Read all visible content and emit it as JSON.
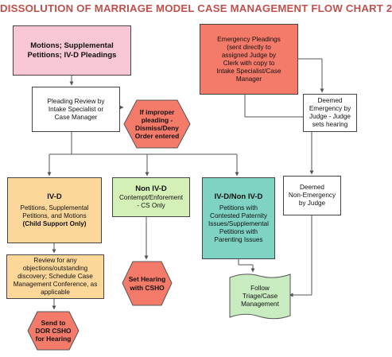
{
  "title": "DISSOLUTION OF MARRIAGE MODEL CASE MANAGEMENT FLOW CHART 2",
  "colors": {
    "title": "#c0504d",
    "pink": "#f8c7d5",
    "red": "#f47a6a",
    "yellow": "#fdd79a",
    "green": "#d5f0b6",
    "teal": "#7fd3c3",
    "doc": "#c8ecc0"
  },
  "nodes": {
    "motions": [
      "Motions; Supplemental",
      "Petitions; IV-D Pleadings"
    ],
    "emergency": [
      "Emergency Pleadings",
      "(sent directly to",
      "assigned Judge by",
      "Clerk with copy to",
      "Intake Specialist/Case",
      "Manager"
    ],
    "review": [
      "Pleading Review by",
      "Intake Specialist or",
      "Case Manager"
    ],
    "improper": [
      "If improper",
      "pleading -",
      "Dismiss/Deny",
      "Order entered"
    ],
    "deemed_emergency": [
      "Deemed",
      "Emergency by",
      "Judge - Judge",
      "sets hearing"
    ],
    "deemed_non_emergency": [
      "Deemed",
      "Non-Emergency",
      "by Judge"
    ],
    "ivd": {
      "heading": "IV-D",
      "lines": [
        "Petitions, Supplemental",
        "Petitions, and Motions"
      ],
      "bold_line": "(Child Support Only)"
    },
    "non_ivd": {
      "heading": "Non IV-D",
      "lines": [
        "Contempt/Enforement",
        "- CS Only"
      ]
    },
    "ivd_non_ivd": {
      "heading": "IV-D/Non IV-D",
      "lines": [
        "Petitions with",
        "Contested Paternity",
        "Issues/Supplemental",
        "Petitions with",
        "Parenting Issues"
      ]
    },
    "review_objections": [
      "Review for any",
      "objections/outstanding",
      "discovery; Schedule Case",
      "Management Conference, as",
      "applicable"
    ],
    "set_hearing": [
      "Set Hearing",
      "with CSHO"
    ],
    "send_dor": [
      "Send to",
      "DOR CSHO",
      "for Hearing"
    ],
    "follow_triage": [
      "Follow",
      "Triage/Case",
      "Management"
    ]
  }
}
